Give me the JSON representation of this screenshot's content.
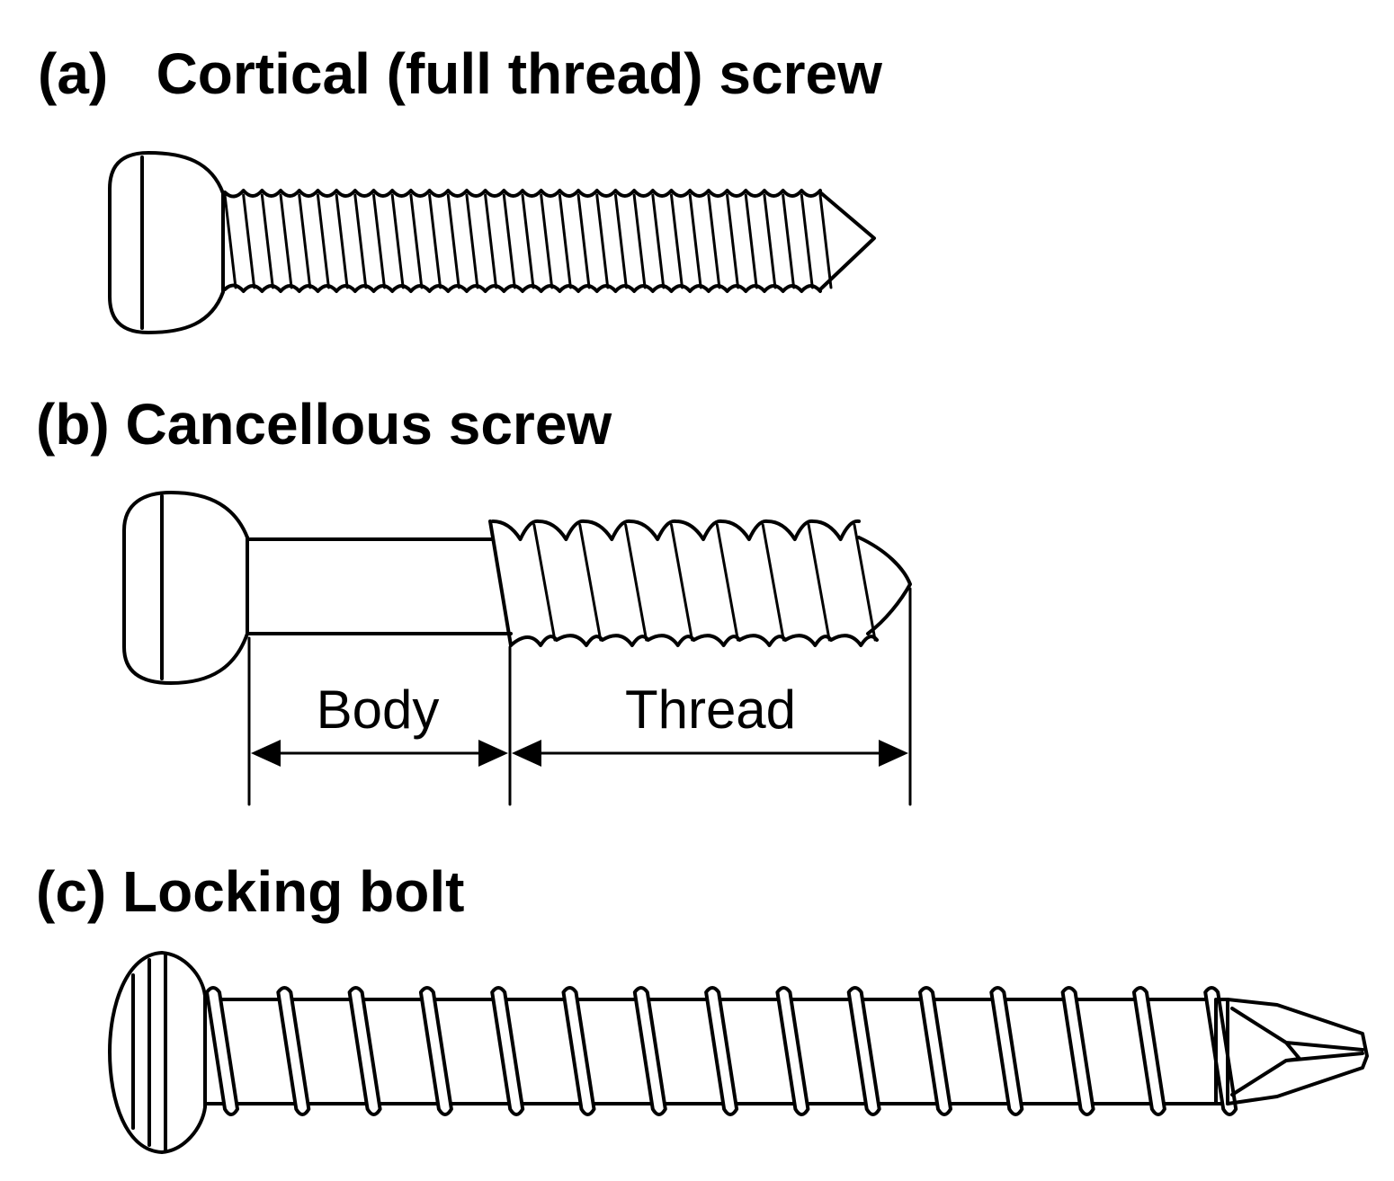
{
  "captions": {
    "a": "(a)   Cortical (full thread) screw",
    "b": "(b) Cancellous screw",
    "c": "(c) Locking bolt"
  },
  "dimensions": {
    "body": "Body",
    "thread": "Thread"
  },
  "colors": {
    "ink": "#000000",
    "background": "#ffffff"
  }
}
